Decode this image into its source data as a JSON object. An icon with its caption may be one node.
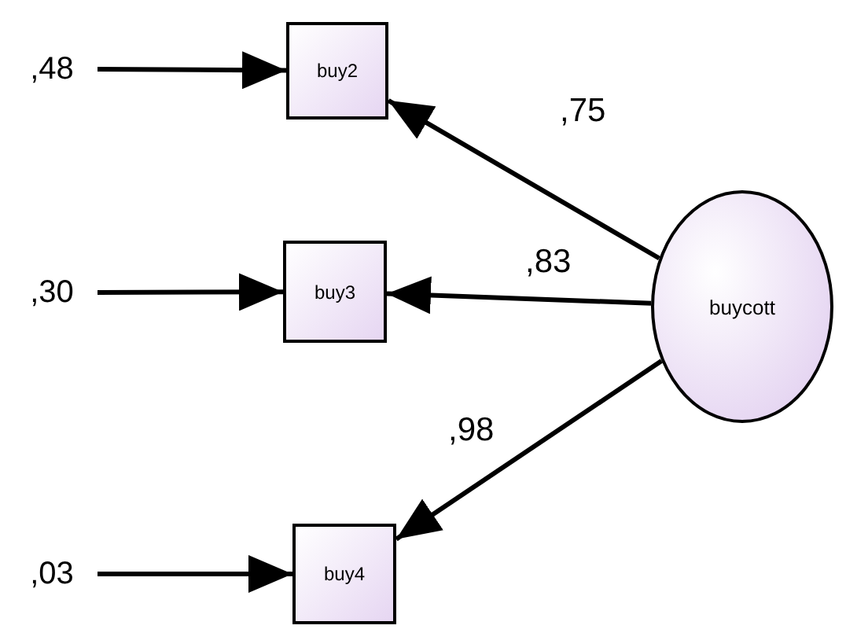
{
  "diagram": {
    "nodes": [
      {
        "text": [
          ",48"
        ]
      },
      {
        "text": [
          "buy2"
        ]
      },
      {
        "text": [
          ",30"
        ]
      },
      {
        "text": [
          "buy3"
        ]
      },
      {
        "text": [
          "buycott"
        ]
      },
      {
        "text": [
          ",03"
        ]
      },
      {
        "text": [
          "buy4"
        ]
      }
    ],
    "edges": [
      {
        "from": 0,
        "to": 1,
        "arrow": "to"
      },
      {
        "from": 2,
        "to": 3,
        "arrow": "to"
      },
      {
        "from": 5,
        "to": 6,
        "arrow": "to"
      },
      {
        "from": 4,
        "to": 1,
        "arrow": "to",
        "label": ",75"
      },
      {
        "from": 4,
        "to": 3,
        "arrow": "to",
        "label": ",83"
      },
      {
        "from": 4,
        "to": 6,
        "arrow": "to",
        "label": ",98"
      }
    ]
  }
}
